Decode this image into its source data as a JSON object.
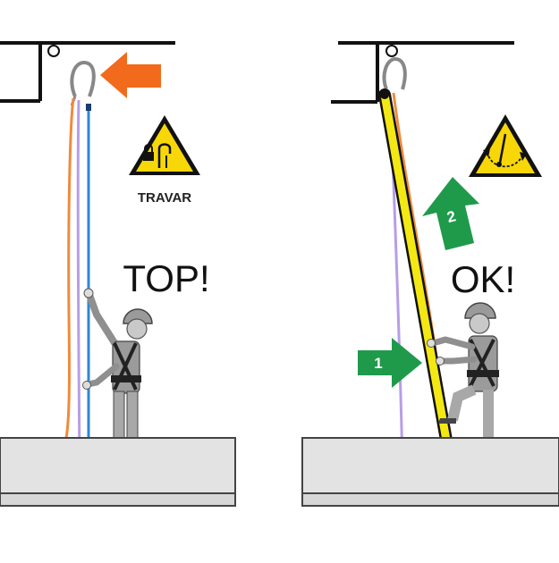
{
  "left_panel": {
    "warning_caption": "TRAVAR",
    "big_label": "TOP!"
  },
  "right_panel": {
    "big_label": "OK!",
    "step_arrow_up_number": "2",
    "step_arrow_right_number": "1"
  },
  "colors": {
    "orange_arrow": "#f26a1b",
    "green_arrow": "#1f9a4b",
    "warning_yellow": "#f7d708",
    "pole_yellow": "#f3e814",
    "rope_orange": "#f08a3c",
    "rope_purple": "#b79ee6",
    "rope_blue": "#2f86d6",
    "floor_gray": "#e3e3e3"
  },
  "icons": [
    "orange-arrow-icon",
    "warning-padlock-icon",
    "warning-swing-icon",
    "green-up-arrow-icon",
    "green-right-arrow-icon",
    "carabiner-hook-icon",
    "worker-figure-icon"
  ]
}
